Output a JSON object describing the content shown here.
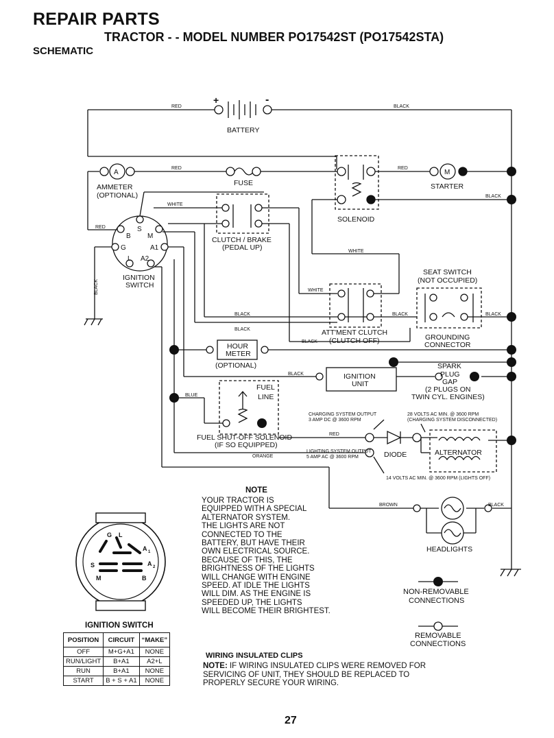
{
  "header": {
    "title": "REPAIR PARTS",
    "subtitle": "TRACTOR - - MODEL NUMBER PO17542ST (PO17542STA)",
    "section": "SCHEMATIC"
  },
  "components": {
    "battery": "BATTERY",
    "ammeter_line1": "AMMETER",
    "ammeter_line2": "(OPTIONAL)",
    "ammeter_symbol": "A",
    "fuse": "FUSE",
    "solenoid": "SOLENOID",
    "starter": "STARTER",
    "starter_symbol": "M",
    "clutch_brake_line1": "CLUTCH / BRAKE",
    "clutch_brake_line2": "(PEDAL UP)",
    "ignition_switch_line1": "IGNITION",
    "ignition_switch_line2": "SWITCH",
    "seat_switch_line1": "SEAT SWITCH",
    "seat_switch_line2": "(NOT OCCUPIED)",
    "attment_clutch_line1": "ATT'MENT CLUTCH",
    "attment_clutch_line2": "(CLUTCH OFF)",
    "grounding_line1": "GROUNDING",
    "grounding_line2": "CONNECTOR",
    "hour_meter_line1": "HOUR",
    "hour_meter_line2": "METER",
    "hour_meter_line3": "(OPTIONAL)",
    "ignition_unit_line1": "IGNITION",
    "ignition_unit_line2": "UNIT",
    "spark_line1": "SPARK",
    "spark_line2": "PLUG",
    "spark_line3": "GAP",
    "spark_line4": "(2 PLUGS ON",
    "spark_line5": "TWIN CYL. ENGINES)",
    "fuel_line1": "FUEL",
    "fuel_line2": "LINE",
    "fuel_solenoid_line1": "FUEL SHUT-OFF SOLENOID",
    "fuel_solenoid_line2": "(IF SO EQUIPPED)",
    "charging_line1": "CHARGING SYSTEM OUTPUT",
    "charging_line2": "3 AMP DC @ 3600 RPM",
    "volts28_line1": "28 VOLTS AC MIN. @ 3600 RPM",
    "volts28_line2": "(CHARGING SYSTEM DISCONNECTED)",
    "lighting_line1": "LIGHTING SYSTEM OUTPUT",
    "lighting_line2": "5 AMP AC @ 3600 RPM",
    "diode": "DIODE",
    "alternator": "ALTERNATOR",
    "volts14": "14 VOLTS AC MIN. @ 3600 RPM (LIGHTS OFF)",
    "headlights": "HEADLIGHTS",
    "non_removable_line1": "NON-REMOVABLE",
    "non_removable_line2": "CONNECTIONS",
    "removable_line1": "REMOVABLE",
    "removable_line2": "CONNECTIONS"
  },
  "switch_terminals": {
    "s": "S",
    "b": "B",
    "m": "M",
    "g": "G",
    "a1": "A1",
    "l": "L",
    "a2": "A2"
  },
  "wire_labels": {
    "red": "RED",
    "black": "BLACK",
    "white": "WHITE",
    "blue": "BLUE",
    "orange": "ORANGE",
    "brown": "BROWN"
  },
  "note": {
    "title": "NOTE",
    "lines": [
      "YOUR TRACTOR IS",
      "EQUIPPED WITH A SPECIAL",
      "ALTERNATOR SYSTEM.",
      "THE LIGHTS ARE NOT",
      "CONNECTED TO THE",
      "BATTERY, BUT HAVE THEIR",
      "OWN ELECTRICAL SOURCE.",
      "BECAUSE OF THIS, THE",
      "BRIGHTNESS OF THE LIGHTS",
      "WILL CHANGE WITH ENGINE",
      "SPEED.  AT IDLE THE LIGHTS",
      "WILL DIM.  AS THE ENGINE IS",
      "SPEEDED UP, THE LIGHTS",
      "WILL BECOME THEIR BRIGHTEST."
    ]
  },
  "ignition_switch_table": {
    "title": "IGNITION SWITCH",
    "headers": [
      "POSITION",
      "CIRCUIT",
      "“MAKE”"
    ],
    "rows": [
      [
        "OFF",
        "M+G+A1",
        "NONE"
      ],
      [
        "RUN/LIGHT",
        "B+A1",
        "A2+L"
      ],
      [
        "RUN",
        "B+A1",
        "NONE"
      ],
      [
        "START",
        "B + S + A1",
        "NONE"
      ]
    ]
  },
  "wiring_clips": {
    "title": "WIRING INSULATED CLIPS",
    "note_label": "NOTE:",
    "note_text": " IF WIRING INSULATED CLIPS WERE REMOVED FOR SERVICING OF UNIT, THEY SHOULD BE REPLACED TO PROPERLY SECURE YOUR WIRING."
  },
  "page_number": "27"
}
